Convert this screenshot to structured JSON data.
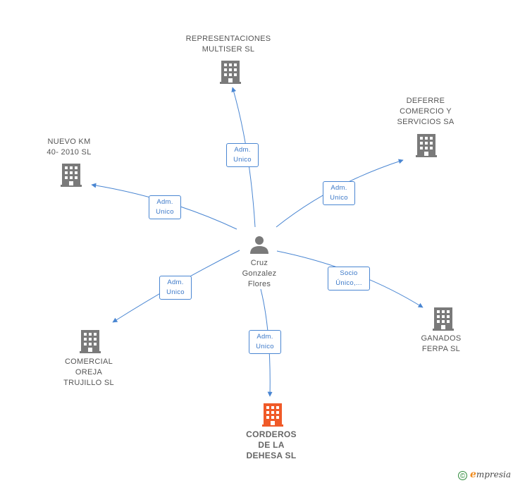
{
  "center": {
    "name": "Cruz\nGonzalez\nFlores"
  },
  "companies": [
    {
      "id": "representaciones",
      "name": "REPRESENTACIONES\nMULTISER SL",
      "role": "Adm.\nUnico",
      "highlight": false
    },
    {
      "id": "deferre",
      "name": "DEFERRE\nCOMERCIO Y\nSERVICIOS SA",
      "role": "Adm.\nUnico",
      "highlight": false
    },
    {
      "id": "nuevo-km",
      "name": "NUEVO KM\n40- 2010 SL",
      "role": "Adm.\nUnico",
      "highlight": false
    },
    {
      "id": "ganados",
      "name": "GANADOS\nFERPA SL",
      "role": "Socio\nÚnico,...",
      "highlight": false
    },
    {
      "id": "comercial-oreja",
      "name": "COMERCIAL\nOREJA\nTRUJILLO SL",
      "role": "Adm.\nUnico",
      "highlight": false
    },
    {
      "id": "corderos",
      "name": "CORDEROS\nDE LA\nDEHESA SL",
      "role": "Adm.\nUnico",
      "highlight": true
    }
  ],
  "colors": {
    "edge": "#4a86d2",
    "building": "#7a7a7a",
    "highlight": "#f05a28",
    "person": "#7a7a7a"
  },
  "footer": {
    "symbol": "©",
    "brand_first": "e",
    "brand_rest": "mpresia"
  }
}
